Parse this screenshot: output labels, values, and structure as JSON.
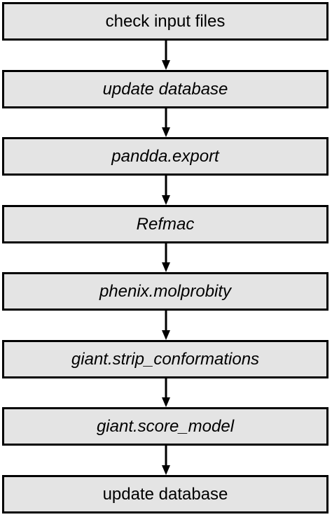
{
  "flowchart": {
    "steps": [
      {
        "label": "check input files",
        "italic": false
      },
      {
        "label": "update database",
        "italic": true
      },
      {
        "label": "pandda.export",
        "italic": true
      },
      {
        "label": "Refmac",
        "italic": true
      },
      {
        "label": "phenix.molprobity",
        "italic": true
      },
      {
        "label": "giant.strip_conformations",
        "italic": true
      },
      {
        "label": "giant.score_model",
        "italic": true
      },
      {
        "label": "update database",
        "italic": false
      }
    ],
    "colors": {
      "box_fill": "#e4e4e4",
      "box_border": "#000000",
      "arrow": "#000000",
      "text": "#000000"
    }
  }
}
